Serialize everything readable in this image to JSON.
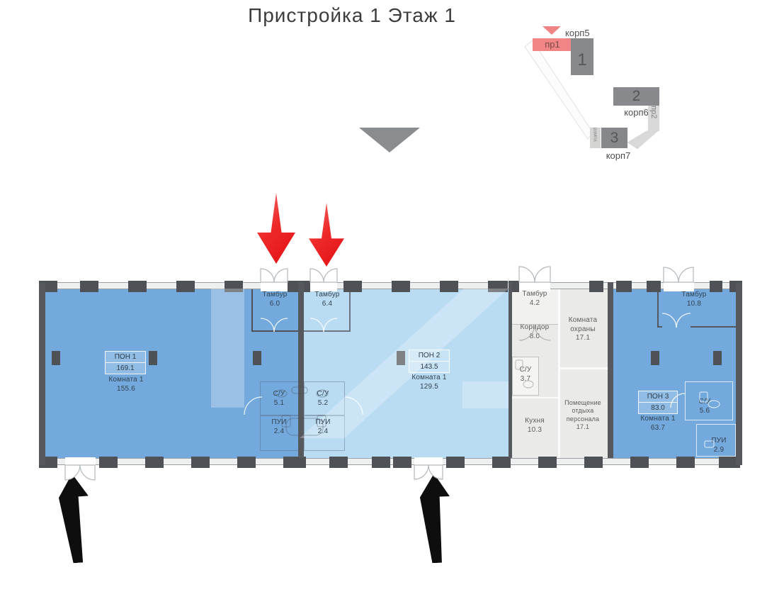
{
  "title": "Пристройка 1 Этаж 1",
  "minimap": {
    "marker_label": "корп5",
    "pr1_label": "пр1",
    "block1_label": "1",
    "block2_label": "2",
    "block2_caption": "корп6",
    "pr2_label": "пр2",
    "block3_label": "3",
    "block3_caption": "корп7",
    "ramp_label": "рампа"
  },
  "plan": {
    "rooms": {
      "tambur_1": {
        "name": "Тамбур",
        "area": "6.0"
      },
      "tambur_2": {
        "name": "Тамбур",
        "area": "6.4"
      },
      "pon1": {
        "code": "ПОН 1",
        "area": "169.1"
      },
      "room1": {
        "name": "Комната 1",
        "area": "155.6"
      },
      "su_51": {
        "name": "С/У",
        "area": "5.1"
      },
      "su_52": {
        "name": "С/У",
        "area": "5.2"
      },
      "pui_left": {
        "name": "ПУИ",
        "area": "2.4"
      },
      "pui_right": {
        "name": "ПУИ",
        "area": "2.4"
      },
      "pon2": {
        "code": "ПОН 2",
        "area": "143.5"
      },
      "room2": {
        "name": "Комната 1",
        "area": "129.5"
      },
      "tambur_3": {
        "name": "Тамбур",
        "area": "4.2"
      },
      "koridor": {
        "name": "Коридор",
        "area": "8.0"
      },
      "ohrana": {
        "name": "Комната охраны",
        "area": "17.1"
      },
      "su_37": {
        "name": "С/У",
        "area": "3.7"
      },
      "kuhnya": {
        "name": "Кухня",
        "area": "10.3"
      },
      "otdyha": {
        "name": "Помещение отдыха персонала",
        "area": "17.1"
      },
      "tambur_4": {
        "name": "Тамбур",
        "area": "10.8"
      },
      "pon3": {
        "code": "ПОН 3",
        "area": "83.0"
      },
      "room3": {
        "name": "Комната 1",
        "area": "63.7"
      },
      "su_56": {
        "name": "С/У",
        "area": "5.6"
      },
      "pui_29": {
        "name": "ПУИ",
        "area": "2.9"
      }
    }
  },
  "colors": {
    "unit_blue": "#73a9dc",
    "unit_light_blue": "#b9dcf3",
    "service_gray": "#eaeae8",
    "wall": "#55585c",
    "red_arrow": "#e8151d",
    "black_arrow": "#0e0e0e",
    "minimap_active": "#ef8585",
    "minimap_block": "#87898c",
    "minimap_light": "#d9d9d9",
    "nav_triangle": "#8a8d90"
  }
}
